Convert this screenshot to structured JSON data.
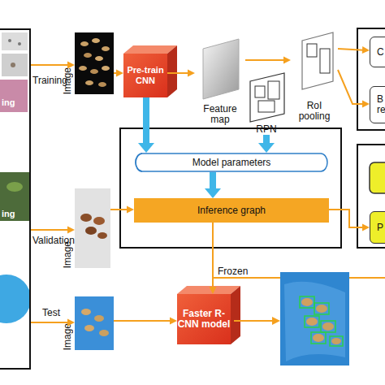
{
  "diagram": {
    "nodes": [
      {
        "text": [
          "ing",
          "ing"
        ]
      },
      {
        "text": [
          "Image"
        ]
      },
      {
        "text": [
          "Pre-train CNN"
        ]
      },
      {
        "text": [
          "Feature map"
        ]
      },
      {
        "text": [
          "RPN"
        ]
      },
      {
        "text": [
          "RoI pooling"
        ]
      },
      {
        "text": [
          "C"
        ]
      },
      {
        "text": [
          "B re"
        ]
      },
      {
        "text": [
          "Model parameters"
        ]
      },
      {
        "text": [
          "Inference graph"
        ]
      },
      {
        "text": [
          "Image"
        ]
      },
      {
        "text": [
          "P"
        ]
      },
      {
        "text": [
          "Image"
        ]
      },
      {
        "text": [
          "Faster R-CNN model"
        ]
      }
    ],
    "edges": [
      {
        "from": 0,
        "to": 1,
        "label": "Training",
        "arrow": "to"
      },
      {
        "from": 1,
        "to": 2,
        "arrow": "to"
      },
      {
        "from": 2,
        "to": 3,
        "arrow": "to"
      },
      {
        "from": 3,
        "to": 5,
        "arrow": "to"
      },
      {
        "from": 5,
        "to": 6,
        "arrow": "to"
      },
      {
        "from": 5,
        "to": 7,
        "arrow": "to"
      },
      {
        "from": 2,
        "to": 8,
        "arrow": "to"
      },
      {
        "from": 4,
        "to": 8,
        "arrow": "to"
      },
      {
        "from": 8,
        "to": 9,
        "arrow": "to"
      },
      {
        "from": 0,
        "to": 10,
        "label": "Validation",
        "arrow": "to"
      },
      {
        "from": 10,
        "to": 9,
        "arrow": "to"
      },
      {
        "from": 9,
        "to": 11,
        "arrow": "to"
      },
      {
        "from": 9,
        "to": 13,
        "label": "Frozen",
        "arrow": "to"
      },
      {
        "from": 0,
        "to": 12,
        "label": "Test",
        "arrow": "to"
      },
      {
        "from": 12,
        "to": 13,
        "arrow": "to"
      }
    ]
  }
}
